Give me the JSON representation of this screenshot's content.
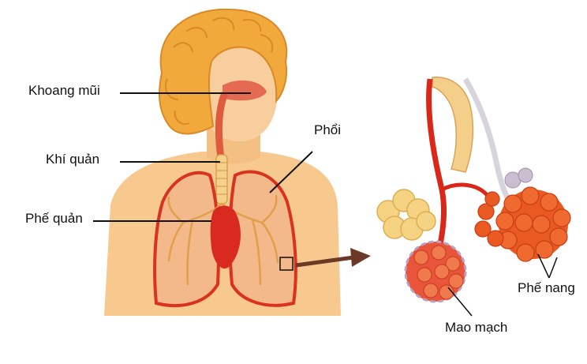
{
  "labels": {
    "nasal_cavity": "Khoang mũi",
    "trachea": "Khí quản",
    "bronchi": "Phế quản",
    "lungs": "Phổi",
    "alveoli": "Phế nang",
    "capillaries": "Mao mạch"
  },
  "colors": {
    "skin": "#f7c98f",
    "skin_light": "#fbdcb0",
    "hair": "#f0a93a",
    "lung_fill": "#f3b98a",
    "lung_edge": "#d9321e",
    "vessel_red": "#d9281a",
    "alveoli_orange": "#e85a22",
    "alveoli_pale": "#f6d383",
    "capillary_purple": "#b9a0c4",
    "arrow": "#6b3a26"
  }
}
